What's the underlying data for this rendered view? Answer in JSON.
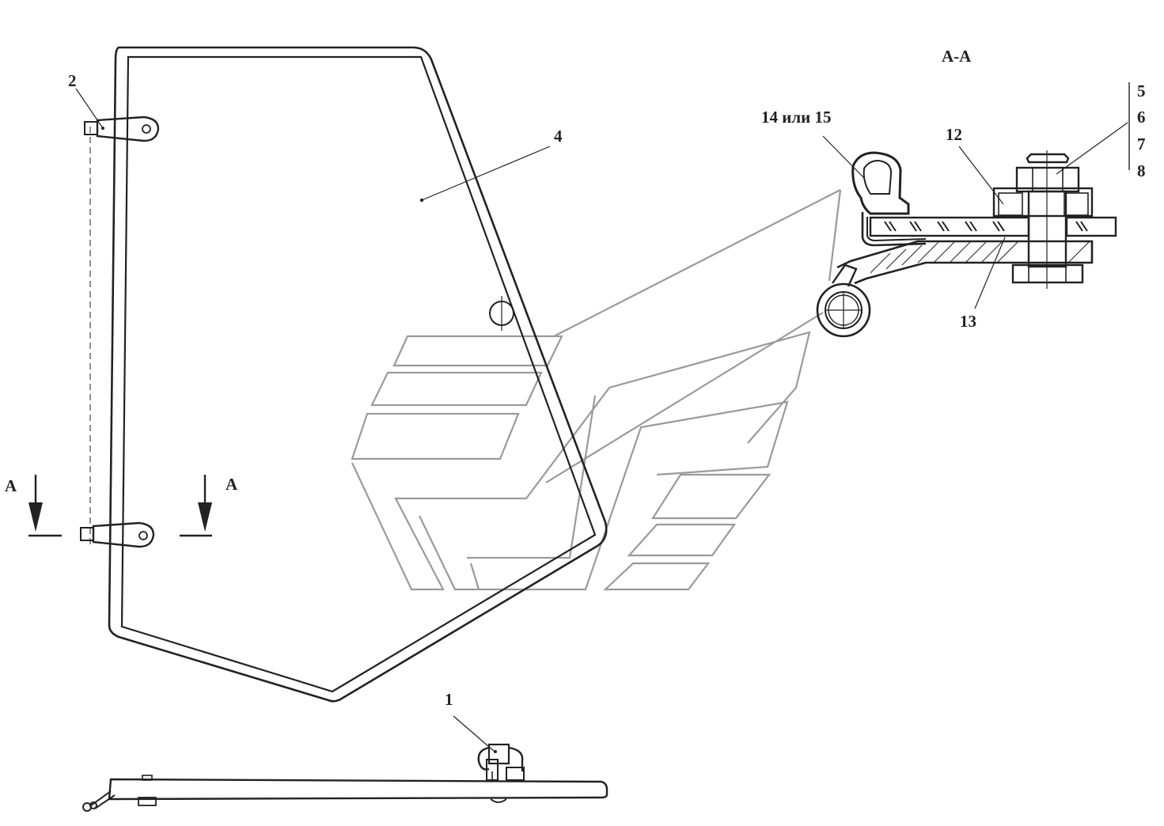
{
  "section_title": "А-А",
  "callouts": {
    "c1": "1",
    "c2": "2",
    "c4": "4",
    "c5": "5",
    "c6": "6",
    "c7": "7",
    "c8": "8",
    "c12": "12",
    "c13": "13",
    "c14_15": "14 или 15"
  },
  "section_marks": {
    "left": "А",
    "right": "А"
  }
}
